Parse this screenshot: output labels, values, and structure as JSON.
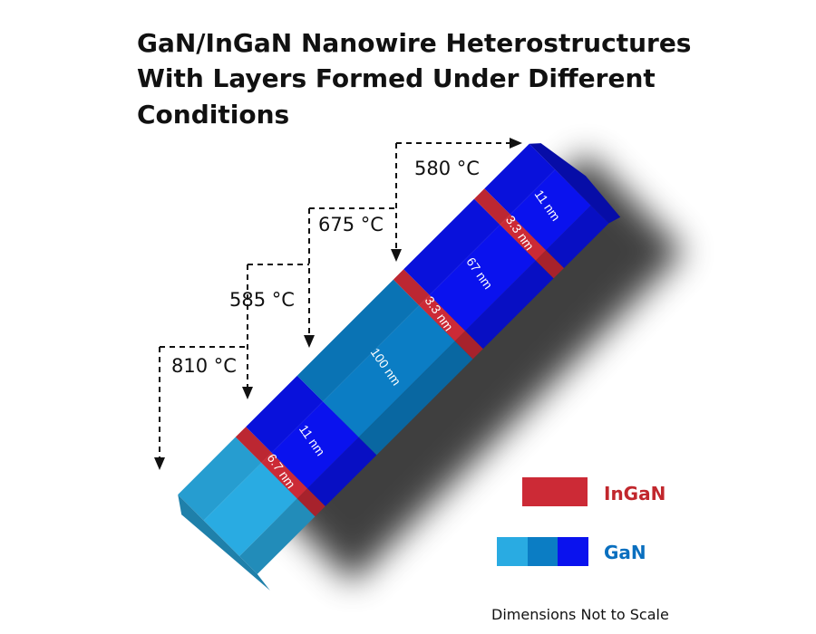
{
  "title": {
    "lines": [
      "GaN/InGaN Nanowire Heterostructures",
      "With Layers Formed Under Different",
      "Conditions"
    ]
  },
  "temperatures": [
    "810 °C",
    "585 °C",
    "675 °C",
    "580 °C"
  ],
  "segments": [
    {
      "material": "GaN",
      "label": "",
      "length_nm": null,
      "color_key": "gan_light"
    },
    {
      "material": "InGaN",
      "label": "6.7 nm",
      "length_nm": 6.7,
      "color_key": "ingan"
    },
    {
      "material": "GaN",
      "label": "11 nm",
      "length_nm": 11,
      "color_key": "gan_bright"
    },
    {
      "material": "GaN",
      "label": "100 nm",
      "length_nm": 100,
      "color_key": "gan_mid"
    },
    {
      "material": "InGaN",
      "label": "3.3 nm",
      "length_nm": 3.3,
      "color_key": "ingan"
    },
    {
      "material": "GaN",
      "label": "67 nm",
      "length_nm": 67,
      "color_key": "gan_bright"
    },
    {
      "material": "InGaN",
      "label": "3.3 nm",
      "length_nm": 3.3,
      "color_key": "ingan"
    },
    {
      "material": "GaN",
      "label": "11 nm",
      "length_nm": 11,
      "color_key": "gan_bright"
    }
  ],
  "legend": {
    "ingan_label": "InGaN",
    "gan_label": "GaN"
  },
  "note": "Dimensions Not to Scale",
  "colors": {
    "ingan": "#cc2a36",
    "gan_light": "#29abe2",
    "gan_mid": "#0b7dc4",
    "gan_bright": "#0a12ee",
    "ingan_text": "#c1272d",
    "gan_text": "#0a6fbf"
  }
}
